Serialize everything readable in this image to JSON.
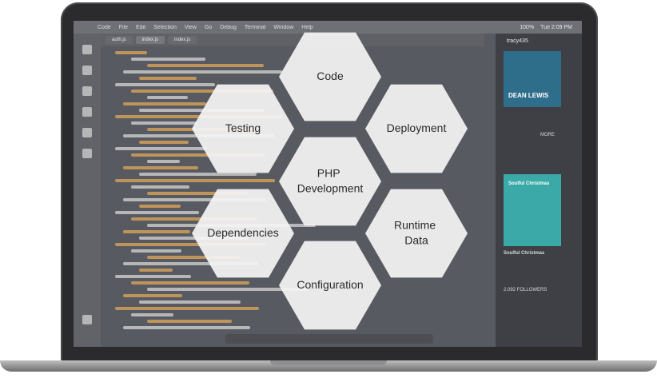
{
  "diagram": {
    "center": {
      "lines": [
        "PHP",
        "Development"
      ]
    },
    "nodes": [
      {
        "id": "code",
        "lines": [
          "Code"
        ]
      },
      {
        "id": "deployment",
        "lines": [
          "Deployment"
        ]
      },
      {
        "id": "runtime",
        "lines": [
          "Runtime",
          "Data"
        ]
      },
      {
        "id": "configuration",
        "lines": [
          "Configuration"
        ]
      },
      {
        "id": "dependencies",
        "lines": [
          "Dependencies"
        ]
      },
      {
        "id": "testing",
        "lines": [
          "Testing"
        ]
      }
    ]
  },
  "background": {
    "menubar": {
      "items": [
        "Code",
        "File",
        "Edit",
        "Selection",
        "View",
        "Go",
        "Debug",
        "Terminal",
        "Window",
        "Help"
      ],
      "clock": "Tue 2:09 PM",
      "battery": "100%"
    },
    "tabs": [
      "auth.js",
      "index.js",
      "index.js"
    ],
    "player": {
      "user": "tracy435",
      "album1": "DEAN LEWIS",
      "album2_title": "Soulful Christmas",
      "caption": "Soulful Christmas",
      "followers": "2,092 FOLLOWERS",
      "more": "MORE"
    },
    "colors": {
      "screen": "#575a60",
      "hex_fill": "#f4f4f4",
      "bezel": "#2b2b2d"
    }
  }
}
